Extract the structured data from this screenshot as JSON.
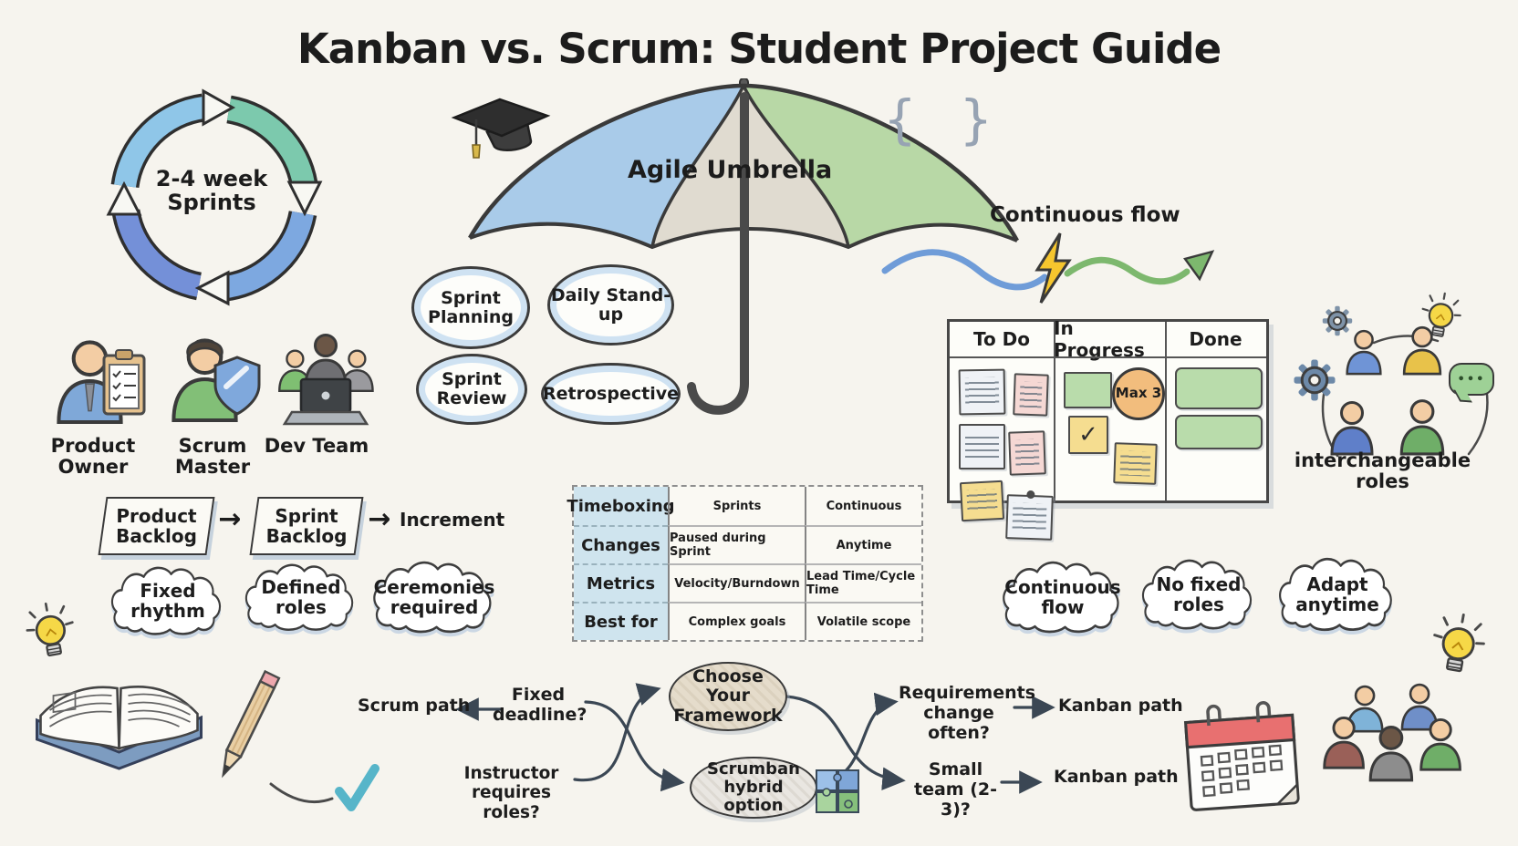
{
  "title": "Kanban vs. Scrum: Student Project Guide",
  "sprint_cycle": {
    "label": "2-4 week Sprints"
  },
  "umbrella": {
    "label": "Agile Umbrella"
  },
  "decorations": {
    "braces": "{ }",
    "speech_dots": "•••",
    "arrow_right": "→",
    "check": "✓"
  },
  "ceremonies": [
    "Sprint Planning",
    "Daily Stand-up",
    "Sprint Review",
    "Retrospective"
  ],
  "roles": [
    "Product Owner",
    "Scrum Master",
    "Dev Team"
  ],
  "artifact_flow": [
    "Product Backlog",
    "Sprint Backlog",
    "Increment"
  ],
  "scrum_traits": [
    "Fixed rhythm",
    "Defined roles",
    "Ceremonies required"
  ],
  "kanban": {
    "flow_label": "Continuous flow",
    "board_columns": [
      "To Do",
      "In Progress",
      "Done"
    ],
    "wip_limit": "Max 3",
    "interchangeable_label": "interchangeable roles",
    "traits": [
      "Continuous flow",
      "No fixed roles",
      "Adapt anytime"
    ]
  },
  "comparison_table": {
    "rows": [
      {
        "label": "Timeboxing",
        "scrum": "Sprints",
        "kanban": "Continuous"
      },
      {
        "label": "Changes",
        "scrum": "Paused during Sprint",
        "kanban": "Anytime"
      },
      {
        "label": "Metrics",
        "scrum": "Velocity/Burndown",
        "kanban": "Lead Time/Cycle Time"
      },
      {
        "label": "Best for",
        "scrum": "Complex goals",
        "kanban": "Volatile scope"
      }
    ]
  },
  "decision_flow": {
    "start": "Choose Your Framework",
    "hybrid": "Scrumban hybrid option",
    "fixed_deadline_q": "Fixed deadline?",
    "scrum_path": "Scrum path",
    "instructor_q": "Instructor requires roles?",
    "requirements_q": "Requirements change often?",
    "kanban_path_1": "Kanban path",
    "small_team_q": "Small team (2-3)?",
    "kanban_path_2": "Kanban path"
  },
  "colors": {
    "background": "#f6f4ee",
    "ink": "#2b2b2b",
    "umbrella_blue": "#a9cbe9",
    "umbrella_green": "#b8d8a6",
    "table_header_blue": "#cfe4ee",
    "wip_orange": "#f2bd7d",
    "sticky_yellow": "#f5dd90",
    "sticky_pink": "#f5d8d4",
    "sticky_green": "#b9dcab",
    "calendar_red": "#e87070",
    "lightning_yellow": "#f6c62e",
    "check_teal": "#57b5c9"
  }
}
